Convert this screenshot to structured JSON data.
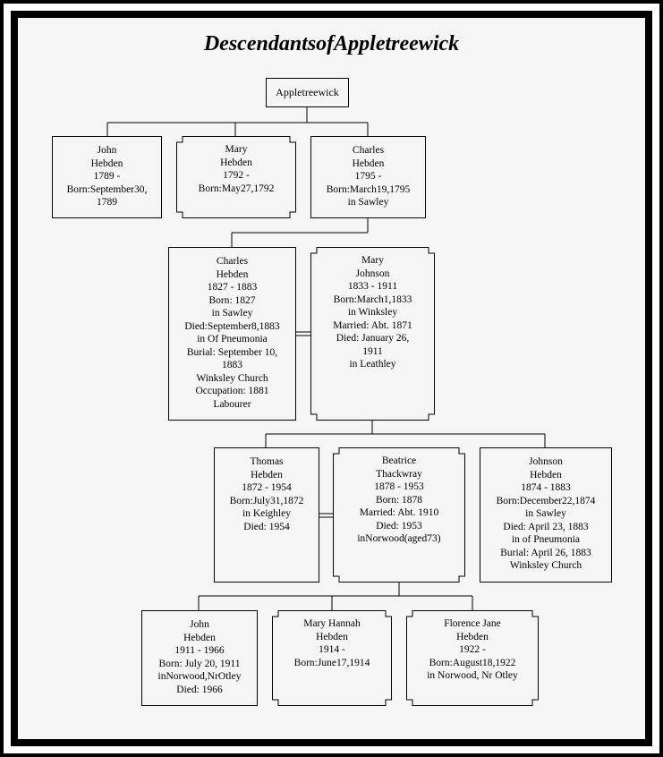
{
  "title": "DescendantsofAppletreewick",
  "colors": {
    "background": "#f5f5f5",
    "frame": "#000000",
    "line": "#000000"
  },
  "root": {
    "label": "Appletreewick"
  },
  "gen1": [
    {
      "lines": [
        "John",
        "Hebden",
        "1789 -",
        "Born:September30,",
        "1789"
      ]
    },
    {
      "lines": [
        "Mary",
        "Hebden",
        "1792 -",
        "Born:May27,1792"
      ]
    },
    {
      "lines": [
        "Charles",
        "Hebden",
        "1795 -",
        "Born:March19,1795",
        "in Sawley"
      ]
    }
  ],
  "gen2": [
    {
      "lines": [
        "Charles",
        "Hebden",
        "1827 - 1883",
        "Born: 1827",
        "in Sawley",
        "Died:September8,1883",
        "in Of Pneumonia",
        "Burial: September 10,",
        "1883",
        "Winksley Church",
        "Occupation: 1881",
        "Labourer"
      ]
    },
    {
      "lines": [
        "Mary",
        "Johnson",
        "1833 - 1911",
        "Born:March1,1833",
        "in Winksley",
        "Married: Abt. 1871",
        "Died: January 26,",
        "1911",
        "in Leathley"
      ]
    }
  ],
  "gen3": [
    {
      "lines": [
        "Thomas",
        "Hebden",
        "1872 - 1954",
        "Born:July31,1872",
        "in Keighley",
        "Died: 1954"
      ]
    },
    {
      "lines": [
        "Beatrice",
        "Thackwray",
        "1878 - 1953",
        "Born: 1878",
        "Married: Abt. 1910",
        "Died: 1953",
        "inNorwood(aged73)"
      ]
    },
    {
      "lines": [
        "Johnson",
        "Hebden",
        "1874 - 1883",
        "Born:December22,1874",
        "in Sawley",
        "Died: April 23, 1883",
        "in of Pneumonia",
        "Burial: April 26, 1883",
        "Winksley Church"
      ]
    }
  ],
  "gen4": [
    {
      "lines": [
        "John",
        "Hebden",
        "1911 - 1966",
        "Born: July 20, 1911",
        "inNorwood,NrOtley",
        "Died: 1966"
      ]
    },
    {
      "lines": [
        "Mary Hannah",
        "Hebden",
        "1914 -",
        "Born:June17,1914"
      ]
    },
    {
      "lines": [
        "Florence Jane",
        "Hebden",
        "1922 -",
        "Born:August18,1922",
        "in Norwood, Nr Otley"
      ]
    }
  ]
}
